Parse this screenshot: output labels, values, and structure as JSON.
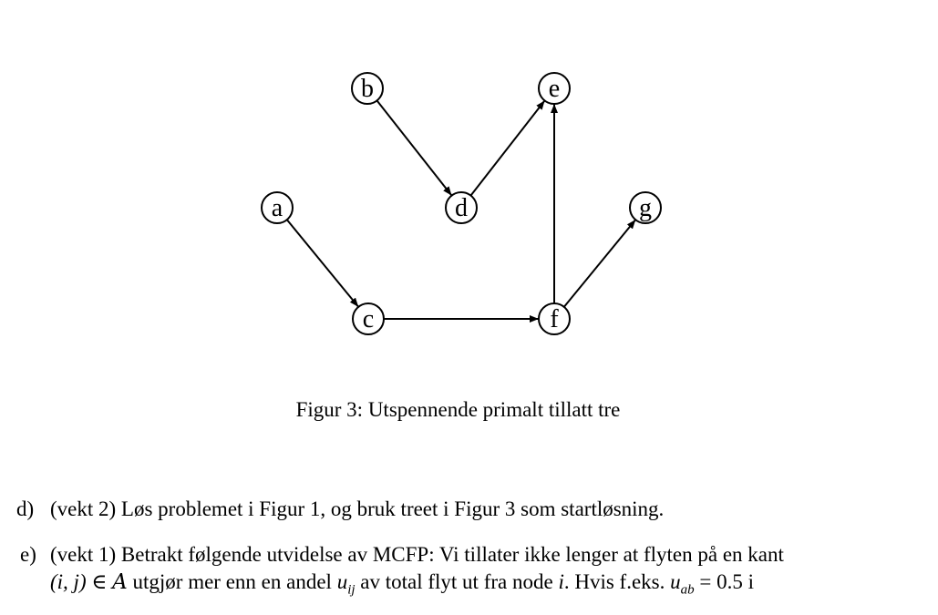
{
  "figure": {
    "nodes": [
      {
        "id": "a",
        "label": "a"
      },
      {
        "id": "b",
        "label": "b"
      },
      {
        "id": "c",
        "label": "c"
      },
      {
        "id": "d",
        "label": "d"
      },
      {
        "id": "e",
        "label": "e"
      },
      {
        "id": "f",
        "label": "f"
      },
      {
        "id": "g",
        "label": "g"
      }
    ],
    "edges": [
      {
        "from": "a",
        "to": "c"
      },
      {
        "from": "b",
        "to": "d"
      },
      {
        "from": "d",
        "to": "e"
      },
      {
        "from": "c",
        "to": "f"
      },
      {
        "from": "f",
        "to": "e"
      },
      {
        "from": "f",
        "to": "g"
      }
    ],
    "caption": "Figur 3: Utspennende primalt tillatt tre"
  },
  "items": {
    "d": {
      "mark": "d)",
      "text": "(vekt 2) Løs problemet i Figur 1, og bruk treet i Figur 3 som startløsning."
    },
    "e": {
      "mark": "e)",
      "text": "(vekt 1) Betrakt følgende utvidelse av MCFP: Vi tillater ikke lenger at flyten på en kant",
      "line2_a": "(i, j)",
      "line2_b": " ∈ ",
      "line2_c": "A",
      "line2_d": " utgjør mer enn en andel ",
      "line2_e": "u",
      "line2_f": "ij",
      "line2_g": " av total flyt ut fra node ",
      "line2_h": "i",
      "line2_i": ". Hvis f.eks. ",
      "line2_j": "u",
      "line2_k": "ab",
      "line2_l": " = 0.5 i"
    }
  }
}
